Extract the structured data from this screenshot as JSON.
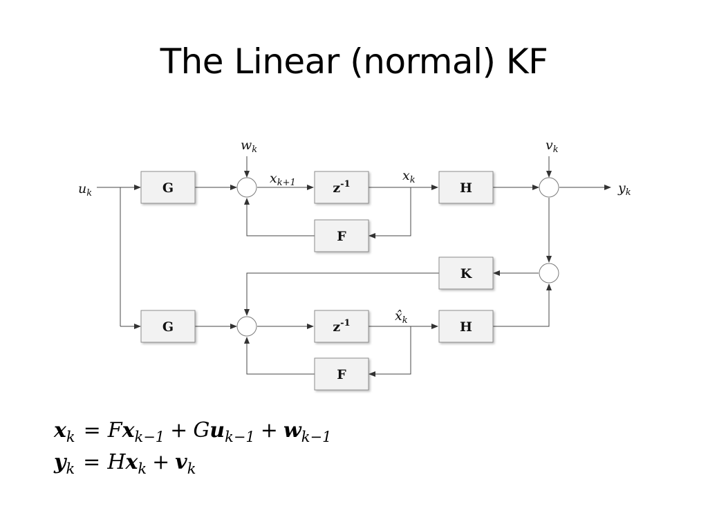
{
  "title": "The Linear (normal) KF",
  "blocks": {
    "g_top": "G",
    "delay_top": "z",
    "delay_top_exp": "-1",
    "h_top": "H",
    "f_top": "F",
    "k": "K",
    "g_bottom": "G",
    "delay_bottom": "z",
    "delay_bottom_exp": "-1",
    "h_bottom": "H",
    "f_bottom": "F"
  },
  "signals": {
    "u": {
      "base": "u",
      "sub": "k"
    },
    "w": {
      "base": "w",
      "sub": "k"
    },
    "x_next": {
      "base": "x",
      "sub": "k+1"
    },
    "x": {
      "base": "x",
      "sub": "k"
    },
    "v": {
      "base": "v",
      "sub": "k"
    },
    "y": {
      "base": "y",
      "sub": "k"
    },
    "x_hat": {
      "base": "x̂",
      "sub": "k"
    }
  },
  "equations": {
    "eq1": {
      "lhs": "x",
      "lhs_sub": "k",
      "eq": "=",
      "t1_coef": "F",
      "t1_var": "x",
      "t1_sub": "k−1",
      "plus1": "+",
      "t2_coef": "G",
      "t2_var": "u",
      "t2_sub": "k−1",
      "plus2": "+",
      "t3_var": "w",
      "t3_sub": "k−1"
    },
    "eq2": {
      "lhs": "y",
      "lhs_sub": "k",
      "eq": "=",
      "t1_coef": "H",
      "t1_var": "x",
      "t1_sub": "k",
      "plus1": "+",
      "t2_var": "v",
      "t2_sub": "k"
    }
  }
}
